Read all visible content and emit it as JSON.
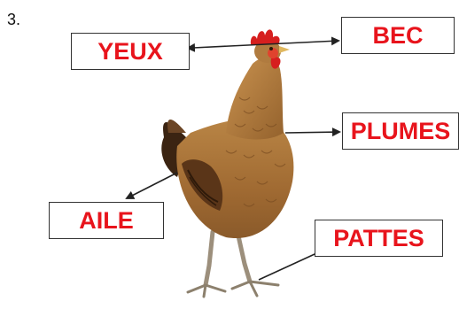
{
  "question_number": "3.",
  "labels": {
    "yeux": "YEUX",
    "bec": "BEC",
    "plumes": "PLUMES",
    "aile": "AILE",
    "pattes": "PATTES"
  },
  "colors": {
    "label_text": "#e8141c",
    "box_border": "#333333",
    "arrow": "#222222",
    "feather_brown": "#a8743a",
    "feather_dark": "#5a3518",
    "comb_red": "#d61f1f",
    "beak_yellow": "#e0b860",
    "leg_grey": "#9c8f7c"
  },
  "icons": {
    "subject": "hen-illustration"
  }
}
